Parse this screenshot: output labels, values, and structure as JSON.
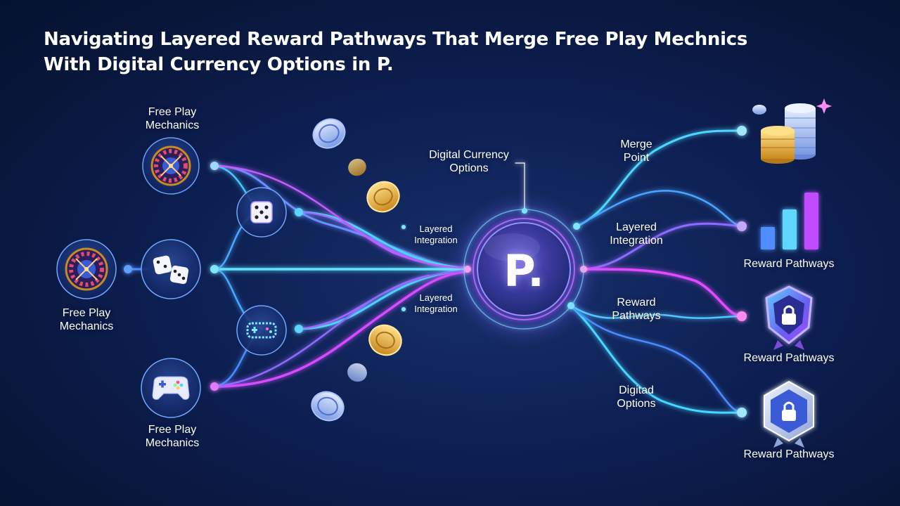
{
  "title": {
    "line1": "Navigating Layered Reward Pathways That Merge Free Play Mechnics",
    "line2": "With Digital Currency Options in P."
  },
  "hub": {
    "letter": "P."
  },
  "left_labels": {
    "top": [
      "Free Play",
      "Mechanics"
    ],
    "middle": [
      "Free Play",
      "Mechanics"
    ],
    "bottom": [
      "Free Play",
      "Mechanics"
    ]
  },
  "center_labels": {
    "digital_currency": [
      "Digital Currency",
      "Options"
    ],
    "layered_top": [
      "Layered",
      "Integration"
    ],
    "layered_bottom": [
      "Layered",
      "Integration"
    ]
  },
  "right_labels": {
    "merge_point": [
      "Merge",
      "Point"
    ],
    "layered_integration": [
      "Layered",
      "Integration"
    ],
    "reward_pathways_mid": [
      "Reward",
      "Pathways"
    ],
    "digitad_options": [
      "Digitad",
      "Options"
    ]
  },
  "right_captions": [
    "Reward Pathways",
    "Reward Pathways",
    "Reward Pathways"
  ],
  "icons": {
    "left": [
      "roulette-wheel-icon",
      "dice-icon",
      "roulette-wheel-icon",
      "dice-pair-icon",
      "pixel-gamepad-icon",
      "gamepad-icon"
    ],
    "right": [
      "coin-stack-icon",
      "bar-chart-icon",
      "shield-lock-icon",
      "shield-lock-icon"
    ],
    "coins": [
      "token-coin-icon",
      "gold-coin-icon"
    ]
  },
  "colors": {
    "background": "#0d1f52",
    "cyan": "#3fd6ff",
    "blue": "#4f8dff",
    "purple": "#9b6bff",
    "magenta": "#e04cff",
    "gold": "#f2b73a"
  }
}
